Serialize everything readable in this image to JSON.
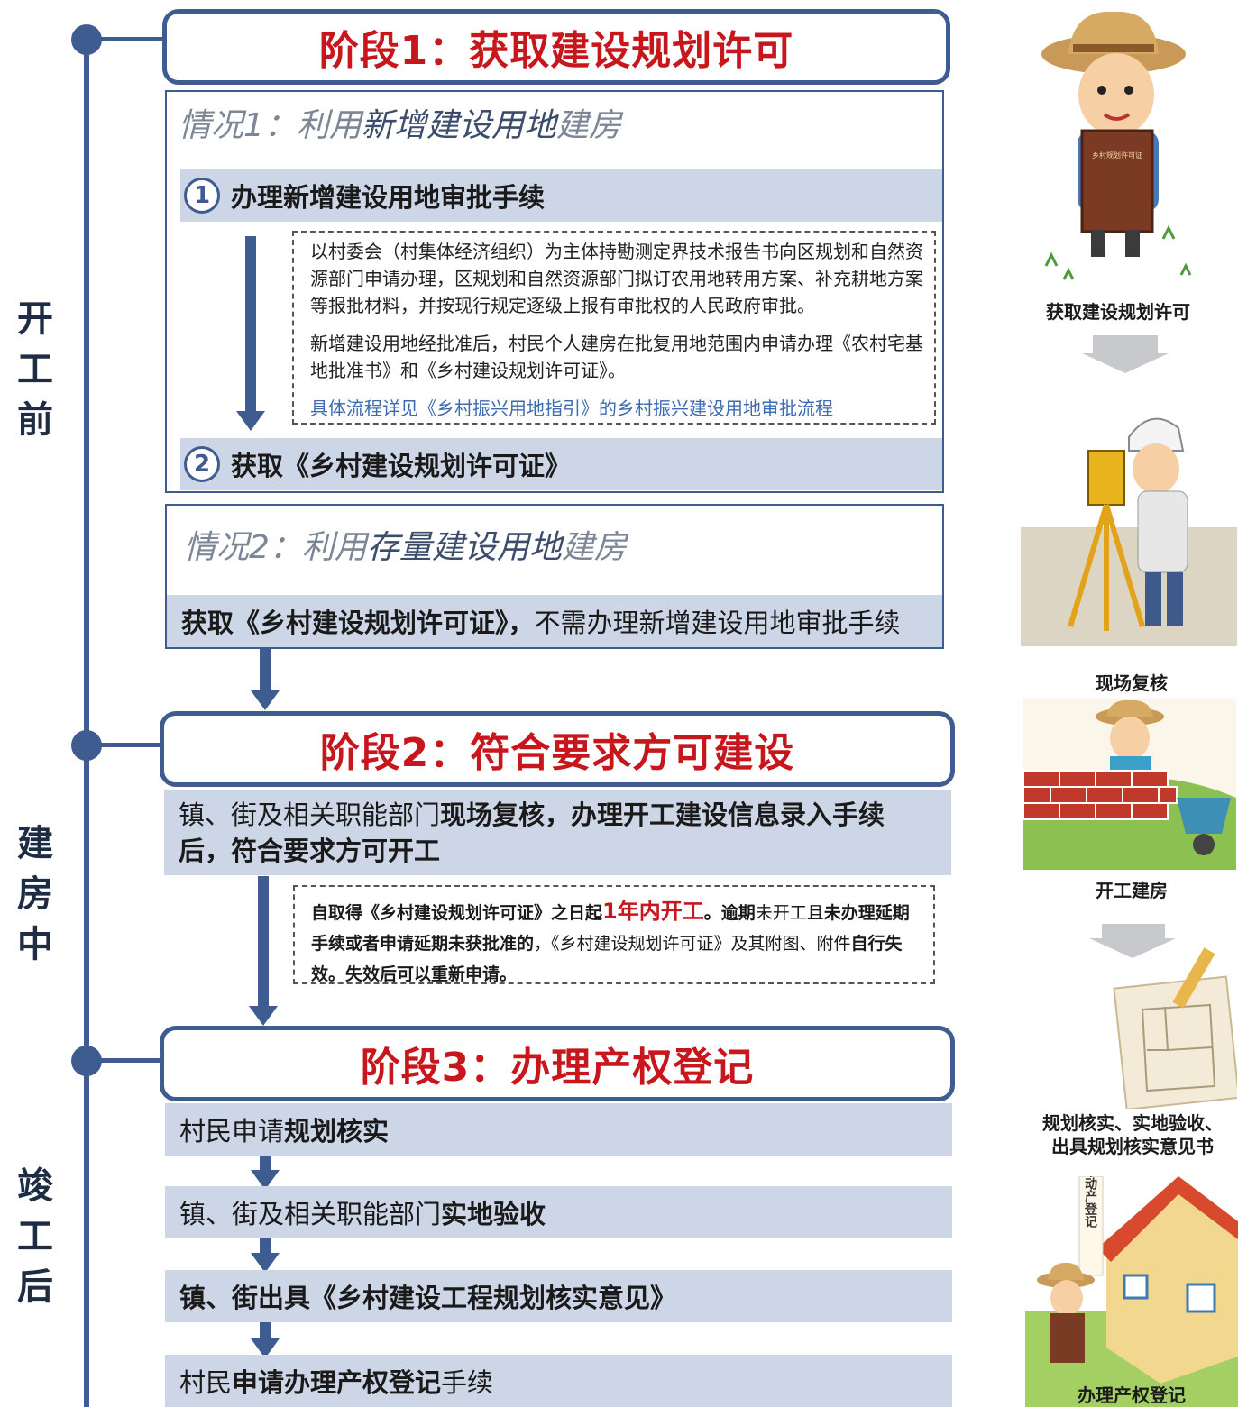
{
  "phases": {
    "before": [
      "开",
      "工",
      "前"
    ],
    "during": [
      "建",
      "房",
      "中"
    ],
    "after": [
      "竣",
      "工",
      "后"
    ]
  },
  "stage1": {
    "title": "阶段1：获取建设规划许可",
    "case1": {
      "prefix": "情况1：利用",
      "highlight": "新增建设用地",
      "suffix": "建房",
      "step1_num": "1",
      "step1": "办理新增建设用地审批手续",
      "note_p1": "以村委会（村集体经济组织）为主体持勘测定界技术报告书向区规划和自然资源部门申请办理，区规划和自然资源部门拟订农用地转用方案、补充耕地方案等报批材料，并按现行规定逐级上报有审批权的人民政府审批。",
      "note_p2": "新增建设用地经批准后，村民个人建房在批复用地范围内申请办理《农村宅基地批准书》和《乡村建设规划许可证》。",
      "note_link": "具体流程详见《乡村振兴用地指引》的乡村振兴建设用地审批流程",
      "step2_num": "2",
      "step2": "获取《乡村建设规划许可证》"
    },
    "case2": {
      "prefix": "情况2：利用",
      "highlight": "存量建设用地",
      "suffix": "建房",
      "band_bold": "获取《乡村建设规划许可证》，",
      "band_normal": "不需办理新增建设用地审批手续"
    }
  },
  "stage2": {
    "title": "阶段2：符合要求方可建设",
    "band_normal": "镇、街及相关职能部门",
    "band_bold": "现场复核，办理开工建设信息录入手续后，符合要求方可开工",
    "note": {
      "t1": "自取得《乡村建设规划许可证》之日起",
      "t2": "1年内开工",
      "t3": "。逾期",
      "t4": "未开工且",
      "t5": "未办理延期手续或者申请延期未获批准的",
      "t6": "，《乡村建设规划许可证》及其附图、附件",
      "t7": "自行失效。失效后可以重新申请。"
    }
  },
  "stage3": {
    "title": "阶段3：办理产权登记",
    "step1_normal": "村民申请",
    "step1_bold": "规划核实",
    "step2_normal": "镇、街及相关职能部门",
    "step2_bold": "实地验收",
    "step3_bold": "镇、街出具《乡村建设工程规划核实意见》",
    "step4_a": "村民",
    "step4_bold": "申请办理产权登记",
    "step4_b": "手续"
  },
  "illustrations": {
    "cap1": "获取建设规划许可",
    "book1_text": "乡村规划许可证",
    "cap2": "现场复核",
    "cap3": "开工建房",
    "cap4a": "规划核实、实地验收、",
    "cap4b": "出具规划核实意见书",
    "sign_text": "不动产登记",
    "cap5": "办理产权登记"
  }
}
